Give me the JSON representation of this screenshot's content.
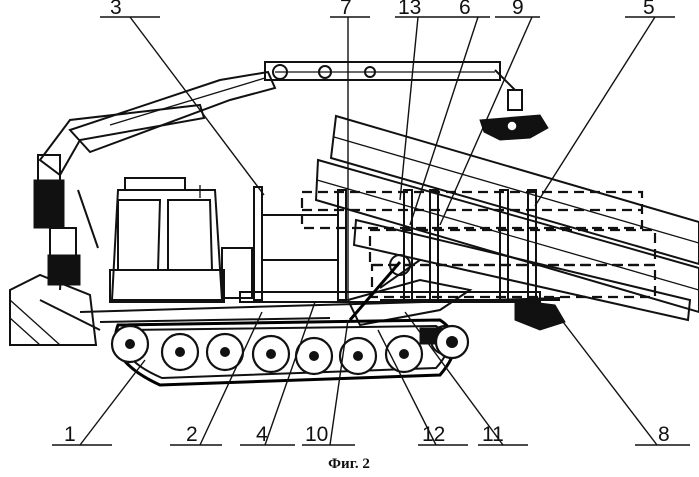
{
  "figure": {
    "caption": "Фиг. 2",
    "labels": [
      "1",
      "2",
      "3",
      "4",
      "5",
      "6",
      "7",
      "8",
      "9",
      "10",
      "11",
      "12",
      "13"
    ]
  }
}
